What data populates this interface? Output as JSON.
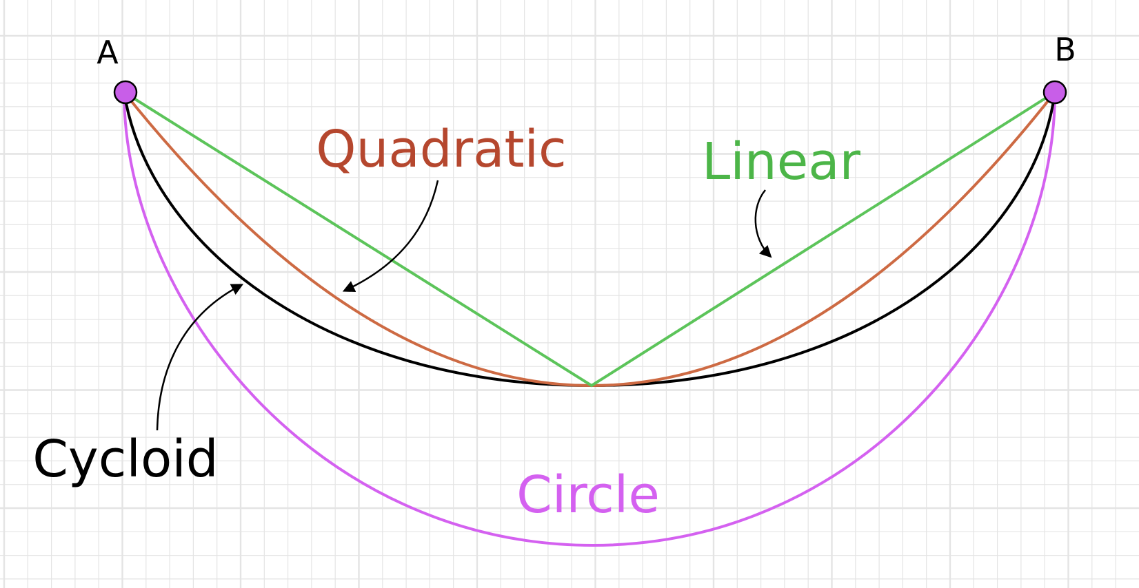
{
  "points": {
    "a": {
      "label": "A"
    },
    "b": {
      "label": "B"
    }
  },
  "curves": {
    "quadratic": {
      "label": "Quadratic",
      "color": "#b5472e",
      "stroke": "#cd6a43"
    },
    "linear": {
      "label": "Linear",
      "color": "#4cb548",
      "stroke": "#5cc45a"
    },
    "cycloid": {
      "label": "Cycloid",
      "color": "#000000",
      "stroke": "#000000"
    },
    "circle": {
      "label": "Circle",
      "color": "#d461f0",
      "stroke": "#d461f0"
    }
  },
  "point_color": "#c85ee8",
  "grid_color": "#e4e4e4"
}
